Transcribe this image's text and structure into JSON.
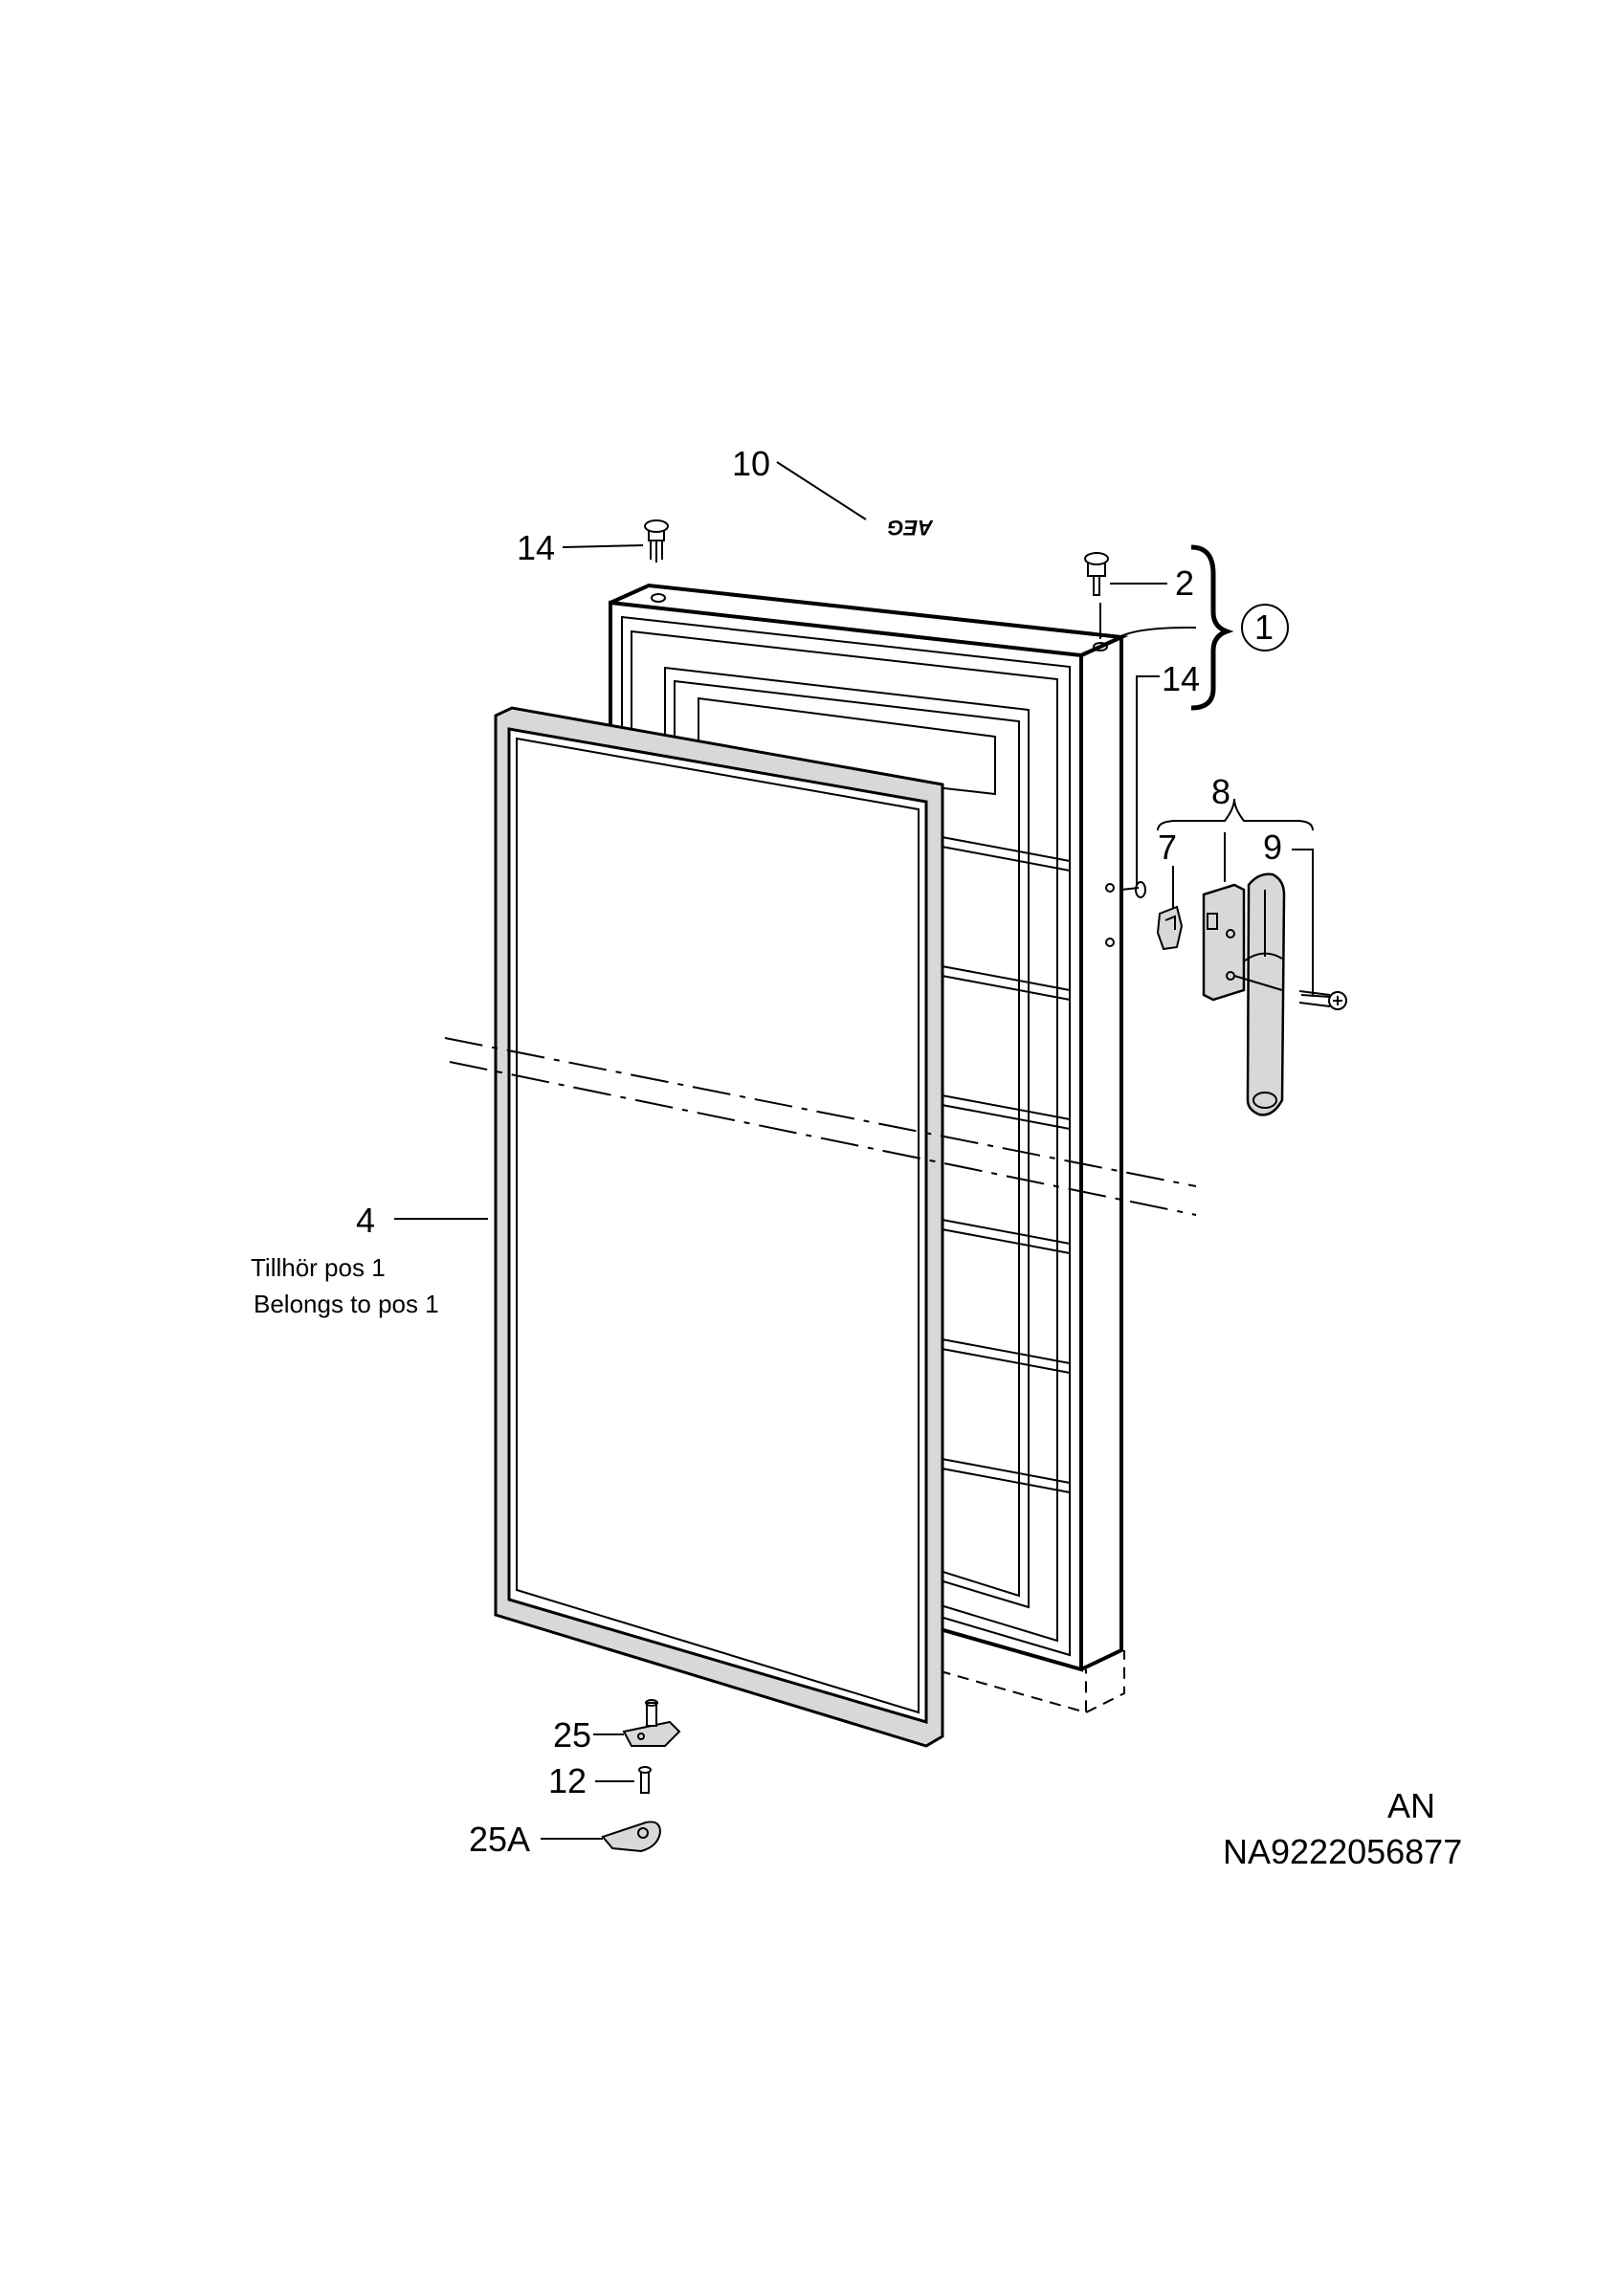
{
  "labels": {
    "p10": "10",
    "p14a": "14",
    "p2": "2",
    "p1": "1",
    "p14b": "14",
    "p8": "8",
    "p7": "7",
    "p9": "9",
    "p4": "4",
    "p25": "25",
    "p12": "12",
    "p25a": "25A"
  },
  "notes": {
    "belongs_sv": "Tillhör pos 1",
    "belongs_en": "Belongs to pos 1"
  },
  "logo": "AEG",
  "footer": {
    "variant": "AN",
    "doc_number": "NA9222056877"
  },
  "icons": [
    "screw-icon",
    "badge-icon",
    "handle-icon",
    "hinge-icon",
    "gasket-icon",
    "door-icon"
  ]
}
